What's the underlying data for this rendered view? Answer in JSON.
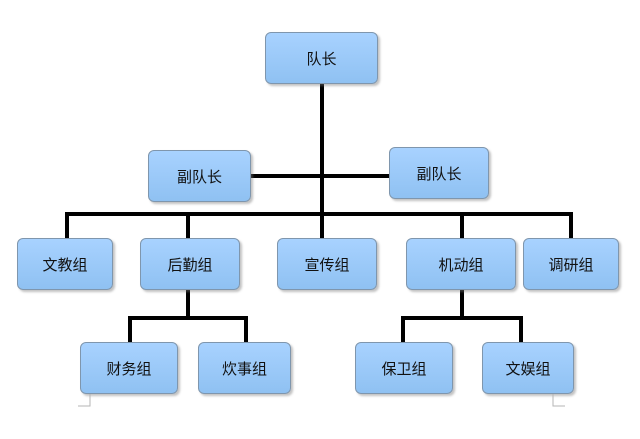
{
  "org_chart": {
    "leader": "队长",
    "deputies": [
      "副队长",
      "副队长"
    ],
    "groups": [
      "文教组",
      "后勤组",
      "宣传组",
      "机动组",
      "调研组"
    ],
    "logistics_subgroups": [
      "财务组",
      "炊事组"
    ],
    "mobile_subgroups": [
      "保卫组",
      "文娱组"
    ]
  },
  "colors": {
    "node_fill": "#98c8f7",
    "node_border": "#7f96ad",
    "connector": "#000000"
  }
}
